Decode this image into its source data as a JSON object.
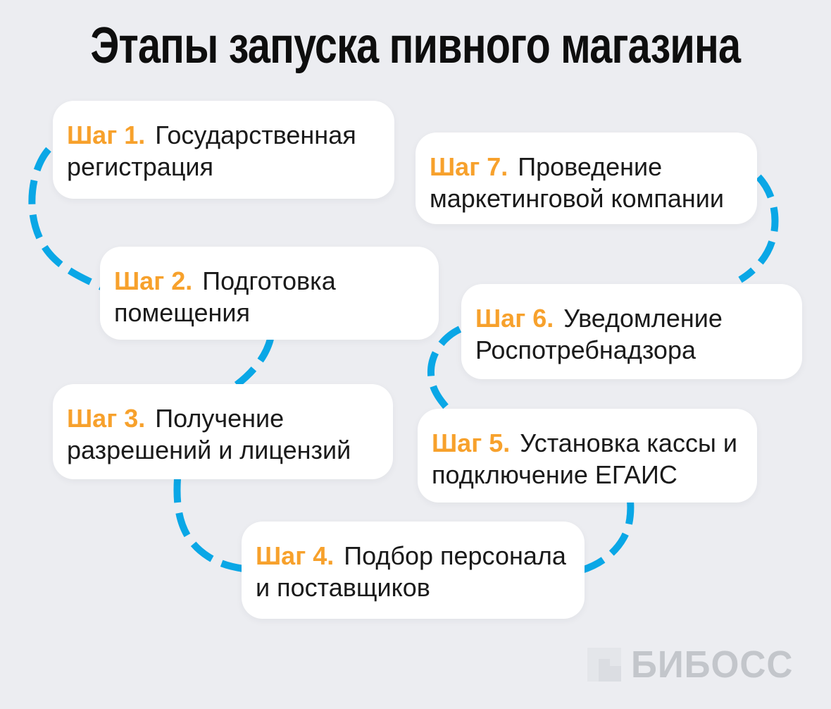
{
  "title": "Этапы запуска пивного магазина",
  "colors": {
    "background": "#ECEDF1",
    "card": "#FFFFFF",
    "accent_orange": "#F7A12C",
    "dash_blue": "#0AA7E6",
    "text": "#1A1A1A",
    "logo_gray": "#C3C6CB"
  },
  "steps": [
    {
      "label": "Шаг 1.",
      "line1": "Государственная",
      "line2": "регистрация"
    },
    {
      "label": "Шаг 2.",
      "line1": "Подготовка",
      "line2": "помещения"
    },
    {
      "label": "Шаг 3.",
      "line1": "Получение",
      "line2": "разрешений и лицензий"
    },
    {
      "label": "Шаг 4.",
      "line1": "Подбор персонала",
      "line2": "и поставщиков"
    },
    {
      "label": "Шаг 5.",
      "line1": "Установка кассы и",
      "line2": "подключение ЕГАИС"
    },
    {
      "label": "Шаг 6.",
      "line1": "Уведомление",
      "line2": "Роспотребнадзора"
    },
    {
      "label": "Шаг 7.",
      "line1": "Проведение",
      "line2": "маркетинговой компании"
    }
  ],
  "logo": {
    "text": "БИБОСС"
  }
}
